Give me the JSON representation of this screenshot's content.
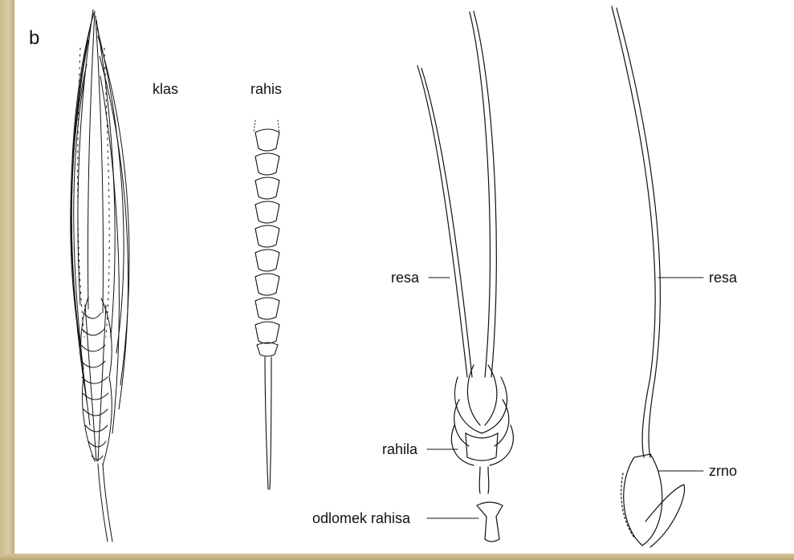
{
  "figure": {
    "panel_letter": "b",
    "labels": {
      "klas": "klas",
      "rahis": "rahis",
      "resa_left": "resa",
      "resa_right": "resa",
      "rahila": "rahila",
      "odlomek_rahisa": "odlomek rahisa",
      "zrno": "zrno"
    }
  },
  "colors": {
    "background": "#ffffff",
    "ink": "#111111",
    "strip": "#c9b98a"
  }
}
